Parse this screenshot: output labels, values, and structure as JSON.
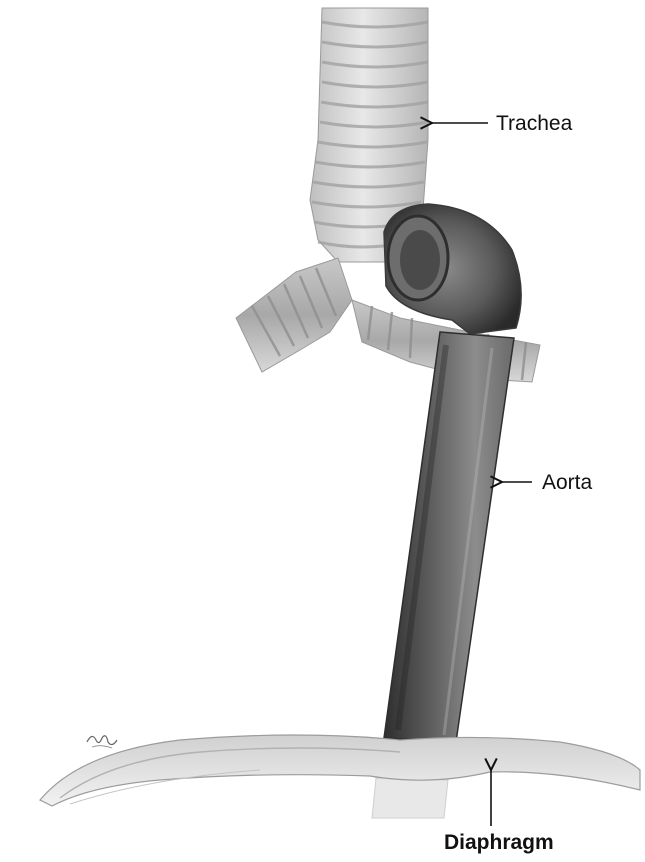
{
  "labels": {
    "trachea": "Trachea",
    "aorta": "Aorta",
    "diaphragm": "Diaphragm"
  },
  "colors": {
    "background": "#ffffff",
    "ink": "#111111",
    "aorta_dark": "#3a3a3a",
    "aorta_mid": "#7a7a7a",
    "trachea_light": "#d6d6d6",
    "trachea_ring": "#9a9a9a"
  },
  "signature": "artist-initials"
}
